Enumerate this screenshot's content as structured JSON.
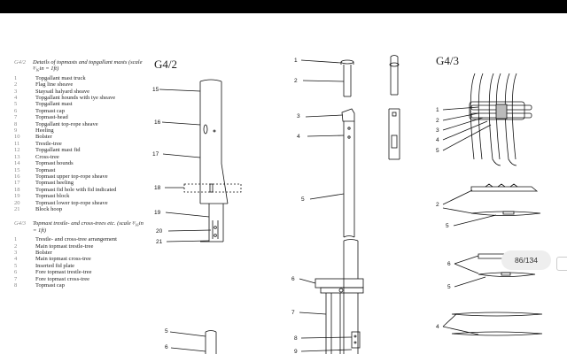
{
  "legend": {
    "g42": {
      "code": "G4/2",
      "title": "Details of topmasts and topgallant masts (scale ³⁄₁₆in = 1ft)",
      "items": [
        {
          "n": "1",
          "t": "Topgallant mast truck"
        },
        {
          "n": "2",
          "t": "Flag line sheave"
        },
        {
          "n": "3",
          "t": "Staysail halyard sheave"
        },
        {
          "n": "4",
          "t": "Topgallant hounds with tye sheave"
        },
        {
          "n": "5",
          "t": "Topgallant mast"
        },
        {
          "n": "6",
          "t": "Topmast cap"
        },
        {
          "n": "7",
          "t": "Topmast-head"
        },
        {
          "n": "8",
          "t": "Topgallant top-rope sheave"
        },
        {
          "n": "9",
          "t": "Heeling"
        },
        {
          "n": "10",
          "t": "Bolster"
        },
        {
          "n": "11",
          "t": "Trestle-tree"
        },
        {
          "n": "12",
          "t": "Topgallant mast fid"
        },
        {
          "n": "13",
          "t": "Cross-tree"
        },
        {
          "n": "14",
          "t": "Topmast hounds"
        },
        {
          "n": "15",
          "t": "Topmast"
        },
        {
          "n": "16",
          "t": "Topmast upper top-rope sheave"
        },
        {
          "n": "17",
          "t": "Topmast heeling"
        },
        {
          "n": "18",
          "t": "Topmast fid hole with fid indicated"
        },
        {
          "n": "19",
          "t": "Topmast block"
        },
        {
          "n": "20",
          "t": "Topmast lower top-rope sheave"
        },
        {
          "n": "21",
          "t": "Block hoop"
        }
      ]
    },
    "g43": {
      "code": "G4/3",
      "title": "Topmast trestle- and cross-trees etc. (scale ³⁄₁₆in = 1ft)",
      "items": [
        {
          "n": "1",
          "t": "Trestle- and cross-tree arrangement"
        },
        {
          "n": "2",
          "t": "Main topmast trestle-tree"
        },
        {
          "n": "3",
          "t": "Bolster"
        },
        {
          "n": "4",
          "t": "Main topmast cross-tree"
        },
        {
          "n": "5",
          "t": "Inserted fid plate"
        },
        {
          "n": "6",
          "t": "Fore topmast trestle-tree"
        },
        {
          "n": "7",
          "t": "Fore topmast cross-tree"
        },
        {
          "n": "8",
          "t": "Topmast cap"
        }
      ]
    }
  },
  "figures": {
    "g42": "G4/2",
    "g43": "G4/3"
  },
  "callouts": [
    "15",
    "16",
    "17",
    "18",
    "19",
    "20",
    "21",
    "1",
    "2",
    "3",
    "4",
    "5",
    "6",
    "7",
    "8",
    "9",
    "5",
    "6",
    "1",
    "2",
    "3",
    "4",
    "5",
    "2",
    "5",
    "6",
    "5",
    "4"
  ],
  "viewer": {
    "page_indicator": "86/134"
  }
}
